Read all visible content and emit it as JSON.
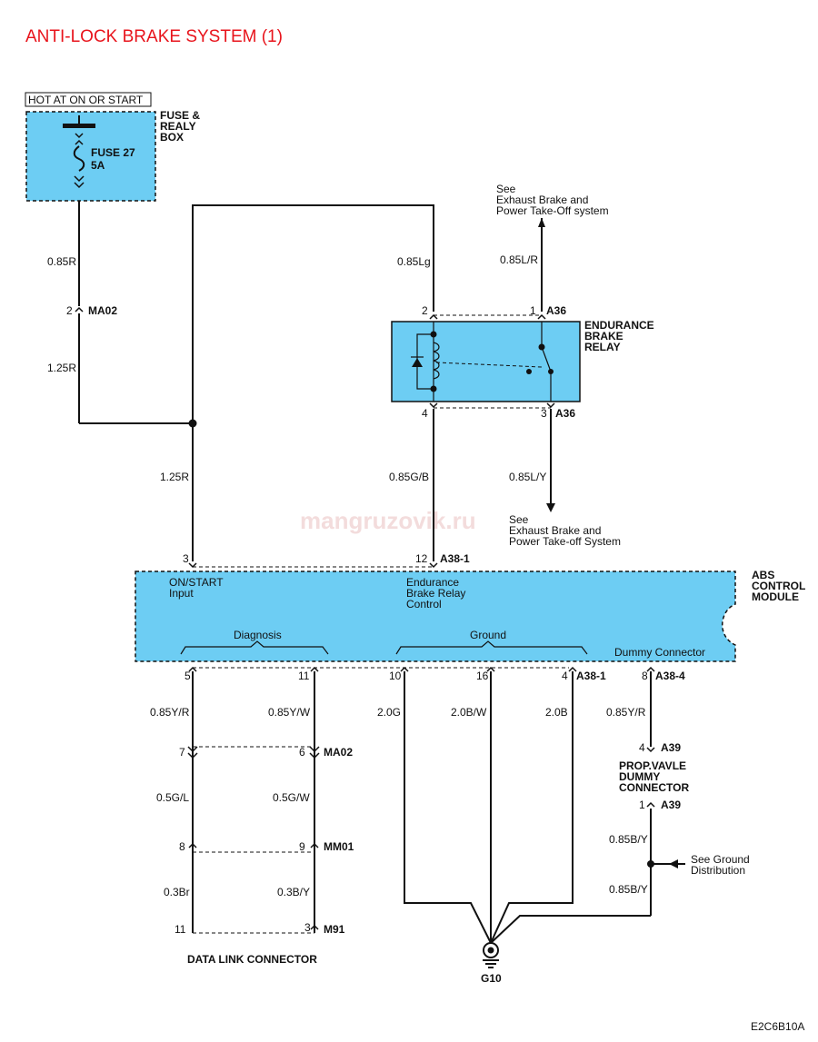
{
  "title": "ANTI-LOCK BRAKE SYSTEM (1)",
  "watermark": "mangruzovik.ru",
  "diagram_code": "E2C6B10A",
  "colors": {
    "module_fill": "#6dcdf3",
    "title": "#e8141c",
    "wire": "#111111"
  },
  "fuse_box": {
    "hot_label": "HOT AT ON OR START",
    "name": "FUSE &\nREALY\nBOX",
    "fuse_label": "FUSE 27",
    "fuse_rating": "5A"
  },
  "relay": {
    "name": "ENDURANCE\nBRAKE\nRELAY",
    "connector": "A36",
    "pins": {
      "p1": "1",
      "p2": "2",
      "p3": "3",
      "p4": "4"
    }
  },
  "notes": {
    "exhaust_top": "See\nExhaust Brake and\nPower Take-Off system",
    "exhaust_bottom": "See\nExhaust Brake and\nPower Take-off System",
    "ground_dist": "See Ground\nDistribution"
  },
  "wires": {
    "w085R": "0.85R",
    "w125R_a": "1.25R",
    "w125R_b": "1.25R",
    "w085Lg": "0.85Lg",
    "w085LR": "0.85L/R",
    "w085GB": "0.85G/B",
    "w085LY": "0.85L/Y",
    "w085YR_a": "0.85Y/R",
    "w085YW": "0.85Y/W",
    "w20G": "2.0G",
    "w20BW": "2.0B/W",
    "w20B": "2.0B",
    "w085YR_b": "0.85Y/R",
    "w05GL": "0.5G/L",
    "w05GW": "0.5G/W",
    "w03Br": "0.3Br",
    "w03BY": "0.3B/Y",
    "w085BY_a": "0.85B/Y",
    "w085BY_b": "0.85B/Y"
  },
  "connectors": {
    "ma02_top": {
      "pin": "2",
      "name": "MA02"
    },
    "a38_1_top": {
      "pin_a": "3",
      "pin_b": "12",
      "name": "A38-1"
    },
    "a38_1_bottom": {
      "pin_a": "5",
      "pin_b": "11",
      "pin_c": "10",
      "pin_d": "16",
      "pin_e": "4",
      "name": "A38-1"
    },
    "a38_4": {
      "pin": "8",
      "name": "A38-4"
    },
    "ma02_mid": {
      "pin_a": "7",
      "pin_b": "6",
      "name": "MA02"
    },
    "mm01": {
      "pin_a": "8",
      "pin_b": "9",
      "name": "MM01"
    },
    "m91": {
      "pin_a": "11",
      "pin_b": "3",
      "name": "M91"
    },
    "a39_top": {
      "pin": "4",
      "name": "A39"
    },
    "a39_bottom": {
      "pin": "1",
      "name": "A39"
    }
  },
  "abs_module": {
    "name": "ABS\nCONTROL\nMODULE",
    "on_start": "ON/START\nInput",
    "relay_control": "Endurance\nBrake Relay\nControl",
    "diagnosis": "Diagnosis",
    "ground": "Ground",
    "dummy": "Dummy Connector"
  },
  "prop_valve": {
    "name": "PROP.VAVLE\nDUMMY\nCONNECTOR"
  },
  "data_link": {
    "name": "DATA LINK CONNECTOR"
  },
  "ground_point": {
    "name": "G10"
  }
}
